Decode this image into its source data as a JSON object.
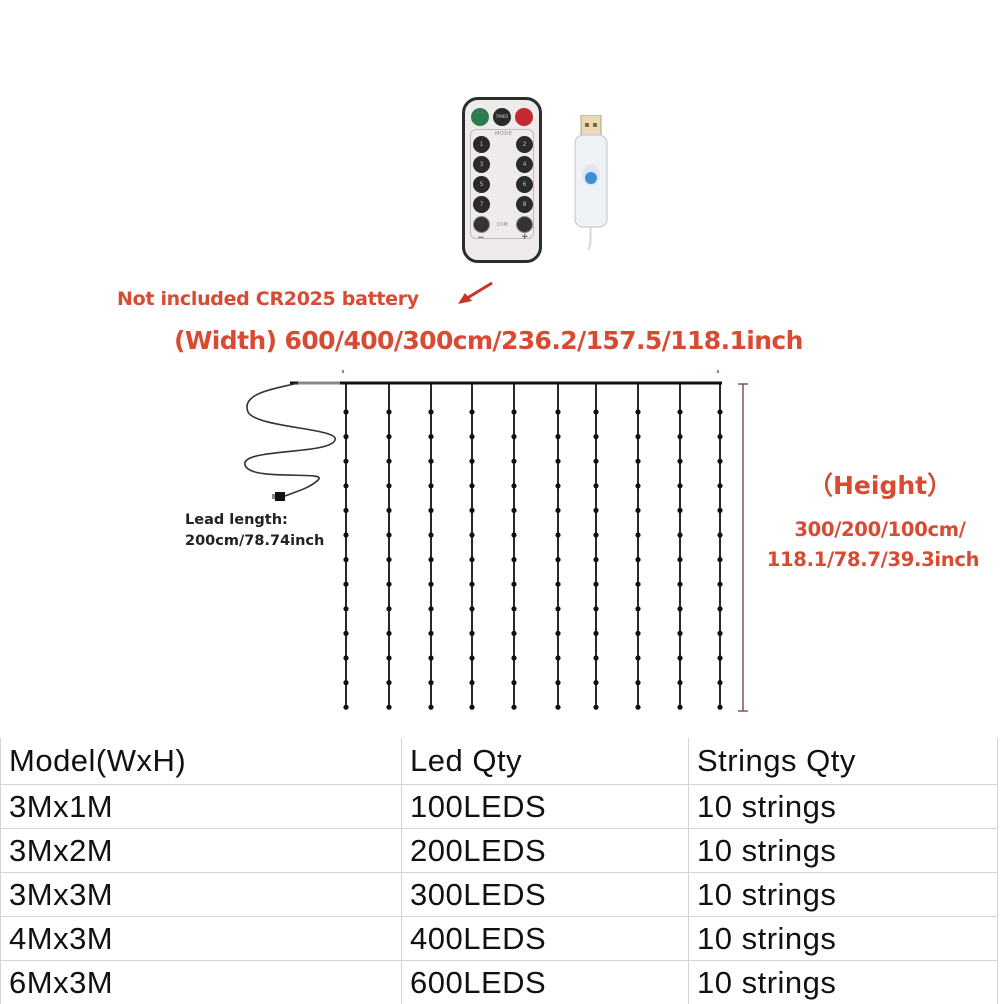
{
  "accessories": {
    "remote": {
      "top_buttons": [
        {
          "name": "on",
          "color": "#2e7d4f",
          "label": ""
        },
        {
          "name": "timer",
          "color": "#2a2a2a",
          "label": "TIMER"
        },
        {
          "name": "off",
          "color": "#c22a32",
          "label": ""
        }
      ],
      "mode_label": "MODE",
      "mode_buttons": [
        "1",
        "2",
        "3",
        "4",
        "5",
        "6",
        "7",
        "8"
      ],
      "dim_label": "DIM",
      "minus_label": "−",
      "plus_label": "+"
    },
    "usb_plug": {
      "button_color": "#3a8fd8"
    },
    "battery_note": "Not included CR2025 battery"
  },
  "dimensions": {
    "width_label": "(Width) 600/400/300cm/236.2/157.5/118.1inch",
    "height_title": "（Height）",
    "height_line1": "300/200/100cm/",
    "height_line2": "118.1/78.7/39.3inch",
    "lead_label_line1": "Lead length:",
    "lead_label_line2": "200cm/78.74inch"
  },
  "curtain": {
    "string_count": 10,
    "beads_per_string": 13
  },
  "colors": {
    "accent_red": "#d84a32",
    "dimension_line": "#7a4a48",
    "wire": "#111111"
  },
  "table": {
    "headers": [
      "Model(WxH)",
      "Led Qty",
      "Strings Qty"
    ],
    "rows": [
      [
        "3Mx1M",
        "100LEDS",
        "10 strings"
      ],
      [
        "3Mx2M",
        "200LEDS",
        "10 strings"
      ],
      [
        "3Mx3M",
        "300LEDS",
        "10 strings"
      ],
      [
        "4Mx3M",
        "400LEDS",
        "10 strings"
      ],
      [
        "6Mx3M",
        "600LEDS",
        "10 strings"
      ]
    ]
  }
}
